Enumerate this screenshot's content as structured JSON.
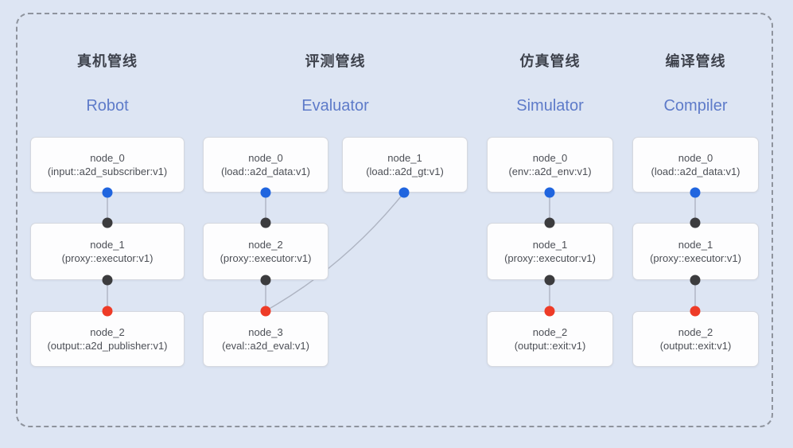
{
  "diagram": {
    "pipelines": [
      {
        "title_zh": "真机管线",
        "title_en": "Robot",
        "nodes": [
          {
            "name": "node_0",
            "plugin": "(input::a2d_subscriber:v1)"
          },
          {
            "name": "node_1",
            "plugin": "(proxy::executor:v1)"
          },
          {
            "name": "node_2",
            "plugin": "(output::a2d_publisher:v1)"
          }
        ]
      },
      {
        "title_zh": "评测管线",
        "title_en": "Evaluator",
        "nodes": [
          {
            "name": "node_0",
            "plugin": "(load::a2d_data:v1)"
          },
          {
            "name": "node_1",
            "plugin": "(load::a2d_gt:v1)"
          },
          {
            "name": "node_2",
            "plugin": "(proxy::executor:v1)"
          },
          {
            "name": "node_3",
            "plugin": "(eval::a2d_eval:v1)"
          }
        ]
      },
      {
        "title_zh": "仿真管线",
        "title_en": "Simulator",
        "nodes": [
          {
            "name": "node_0",
            "plugin": "(env::a2d_env:v1)"
          },
          {
            "name": "node_1",
            "plugin": "(proxy::executor:v1)"
          },
          {
            "name": "node_2",
            "plugin": "(output::exit:v1)"
          }
        ]
      },
      {
        "title_zh": "编译管线",
        "title_en": "Compiler",
        "nodes": [
          {
            "name": "node_0",
            "plugin": "(load::a2d_data:v1)"
          },
          {
            "name": "node_1",
            "plugin": "(proxy::executor:v1)"
          },
          {
            "name": "node_2",
            "plugin": "(output::exit:v1)"
          }
        ]
      }
    ],
    "colors": {
      "background": "#dde5f3",
      "frame_border": "#8e939d",
      "edge": "#aeb4c2",
      "title_zh": "#3e424c",
      "title_en": "#5e7bc9",
      "port_output_blue": "#2065df",
      "port_executor_black": "#3c3c3e",
      "port_input_red": "#ee3b27"
    }
  }
}
